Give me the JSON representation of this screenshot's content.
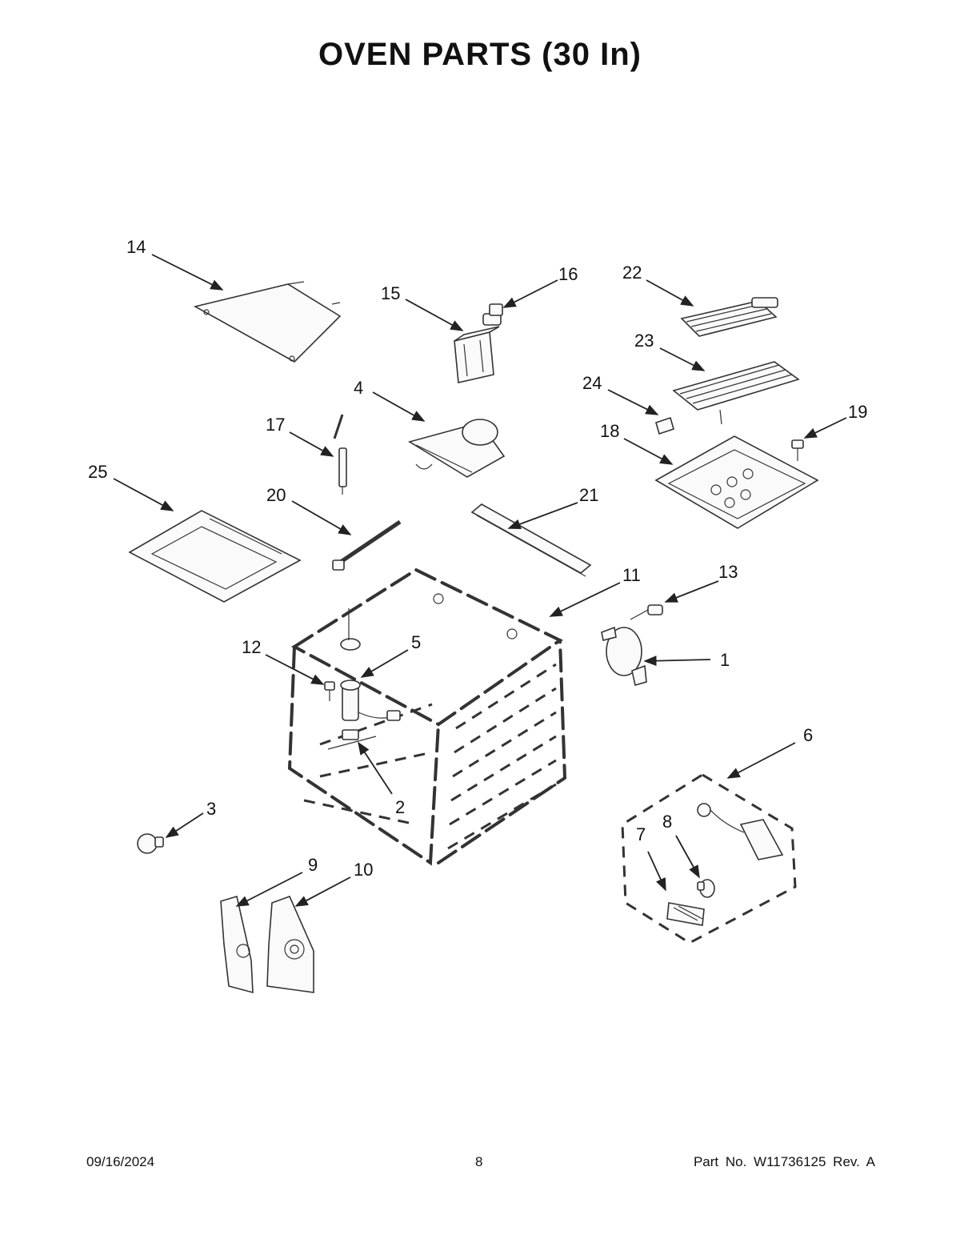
{
  "title": "OVEN PARTS (30 In)",
  "footer": {
    "date": "09/16/2024",
    "page": "8",
    "part_number": "Part No.  W11736125  Rev. A"
  },
  "callouts": {
    "c1": "1",
    "c2": "2",
    "c3": "3",
    "c4": "4",
    "c5": "5",
    "c6": "6",
    "c7": "7",
    "c8": "8",
    "c9": "9",
    "c10": "10",
    "c11": "11",
    "c12": "12",
    "c13": "13",
    "c14": "14",
    "c15": "15",
    "c16": "16",
    "c17": "17",
    "c18": "18",
    "c19": "19",
    "c20": "20",
    "c21": "21",
    "c22": "22",
    "c23": "23",
    "c24": "24",
    "c25": "25"
  }
}
